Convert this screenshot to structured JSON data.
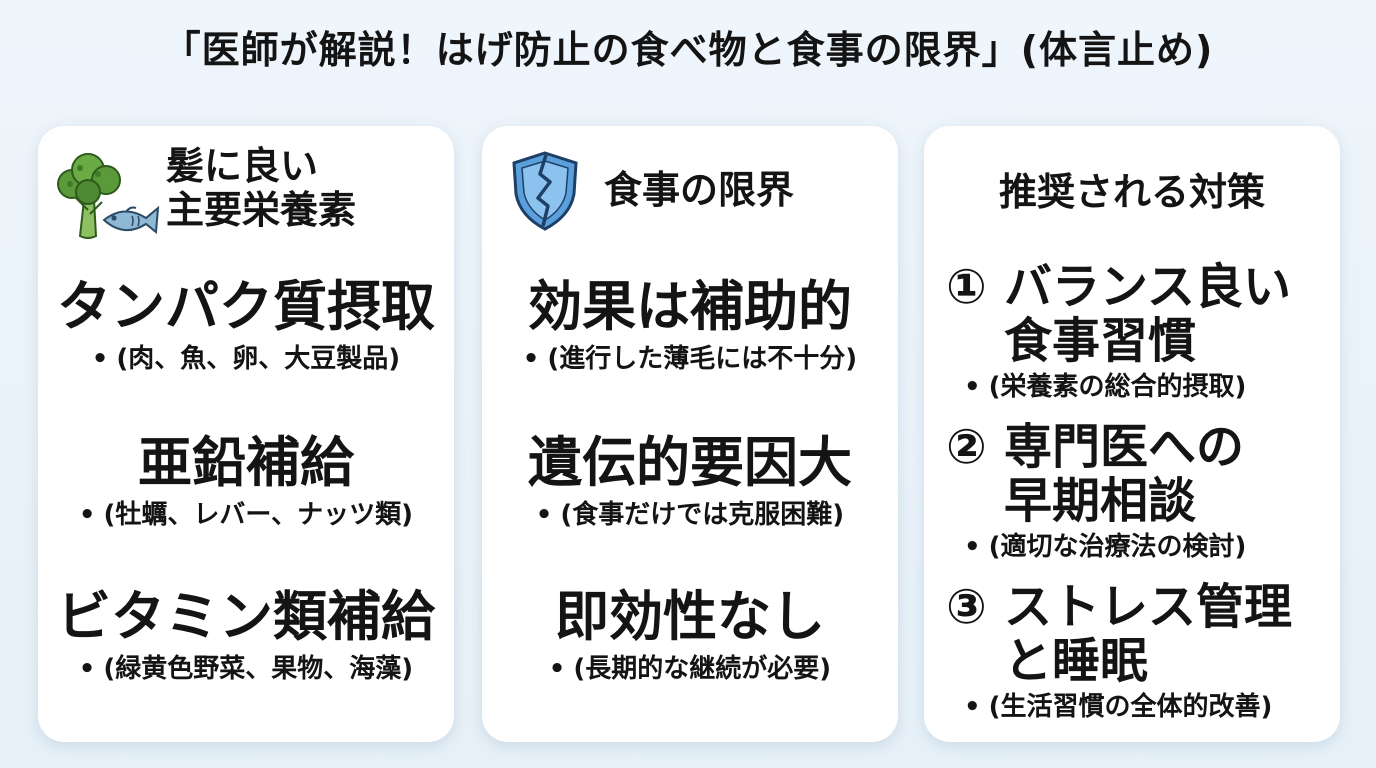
{
  "page_title": "「医師が解説！はげ防止の食べ物と食事の限界」(体言止め)",
  "colors": {
    "background": "#eaf3fa",
    "card": "#ffffff",
    "text": "#141414",
    "broccoli": "#5a9a3a",
    "fish": "#8fb8d4",
    "shield": "#5aa0dc"
  },
  "bullet": "•",
  "cards": {
    "nutrients": {
      "icon": "broccoli-fish-icon",
      "title_line1": "髪に良い",
      "title_line2": "主要栄養素",
      "items": [
        {
          "title": "タンパク質摂取",
          "note": "(肉、魚、卵、大豆製品)"
        },
        {
          "title": "亜鉛補給",
          "note": "(牡蠣、レバー、ナッツ類)"
        },
        {
          "title": "ビタミン類補給",
          "note": "(緑黄色野菜、果物、海藻)"
        }
      ]
    },
    "limits": {
      "icon": "cracked-shield-icon",
      "title": "食事の限界",
      "items": [
        {
          "title": "効果は補助的",
          "note": "(進行した薄毛には不十分)"
        },
        {
          "title": "遺伝的要因大",
          "note": "(食事だけでは克服困難)"
        },
        {
          "title": "即効性なし",
          "note": "(長期的な継続が必要)"
        }
      ]
    },
    "measures": {
      "title": "推奨される対策",
      "items": [
        {
          "number": "①",
          "line1": "バランス良い",
          "line2": "食事習慣",
          "note": "(栄養素の総合的摂取)"
        },
        {
          "number": "②",
          "line1": "専門医への",
          "line2": "早期相談",
          "note": "(適切な治療法の検討)"
        },
        {
          "number": "③",
          "line1": "ストレス管理",
          "line2": "と睡眠",
          "note": "(生活習慣の全体的改善)"
        }
      ]
    }
  }
}
